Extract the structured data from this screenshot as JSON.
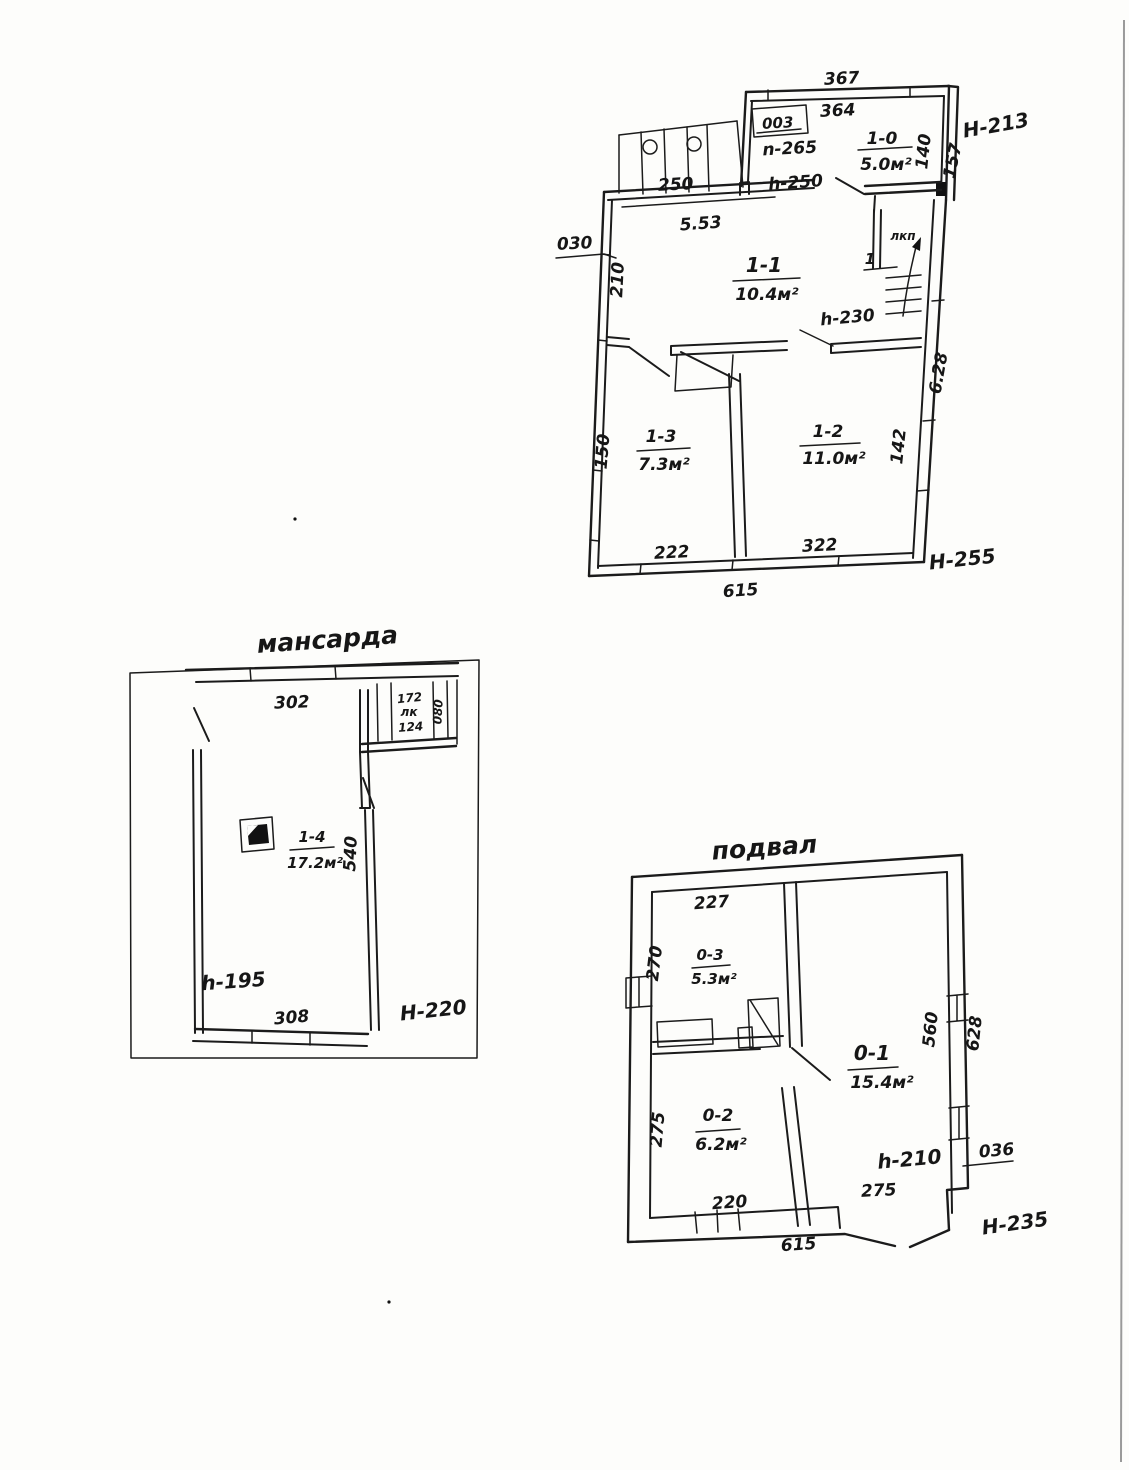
{
  "document_type": "hand-drawn floor plan sketch, three levels",
  "ink_color": "#1b1b1b",
  "paper_color": "#fdfdfb",
  "first_floor": {
    "room_1_0": {
      "id": "1-0",
      "area": "5.0м²"
    },
    "room_1_1": {
      "id": "1-1",
      "area": "10.4м²"
    },
    "room_1_2": {
      "id": "1-2",
      "area": "11.0м²"
    },
    "room_1_3": {
      "id": "1-3",
      "area": "7.3м²"
    },
    "dim_top_outer": "367",
    "dim_top_inner": "364",
    "dim_annex_right": "140",
    "dim_annex_right_outer": "157",
    "mark_annex_height": "H-213",
    "note_porch": "003",
    "note_n265": "n-265",
    "note_h250": "h-250",
    "dim_porch": "250",
    "dim_main_width": "5.53",
    "mark_030": "030",
    "dim_left_upper": "210",
    "dim_left_lower": "150",
    "label_stairs": "лкп",
    "label_stairs_num": "1",
    "note_h230": "h-230",
    "dim_right_outer": "6.28",
    "dim_right_inner": "142",
    "dim_bottom_left": "222",
    "dim_bottom_right": "322",
    "dim_bottom_total": "615",
    "mark_height": "H-255"
  },
  "attic": {
    "title": "мансарда",
    "room_1_4": {
      "id": "1-4",
      "area": "17.2м²"
    },
    "dim_top": "302",
    "stair_dim_1": "172",
    "stair_label": "лк",
    "stair_dim_2": "124",
    "stair_dim_side": "080",
    "dim_right_wall": "540",
    "note_height": "h-195",
    "dim_bottom": "308",
    "mark_height": "H-220"
  },
  "basement": {
    "title": "подвал",
    "room_0_1": {
      "id": "0-1",
      "area": "15.4м²"
    },
    "room_0_2": {
      "id": "0-2",
      "area": "6.2м²"
    },
    "room_0_3": {
      "id": "0-3",
      "area": "5.3м²"
    },
    "dim_r03_top": "227",
    "dim_left_upper": "270",
    "dim_left_lower": "275",
    "dim_r02_bottom": "220",
    "dim_r01_bottom": "275",
    "dim_right_inner": "560",
    "dim_right_outer": "628",
    "mark_036": "036",
    "note_height": "h-210",
    "dim_bottom_total": "615",
    "mark_height": "H-235"
  }
}
